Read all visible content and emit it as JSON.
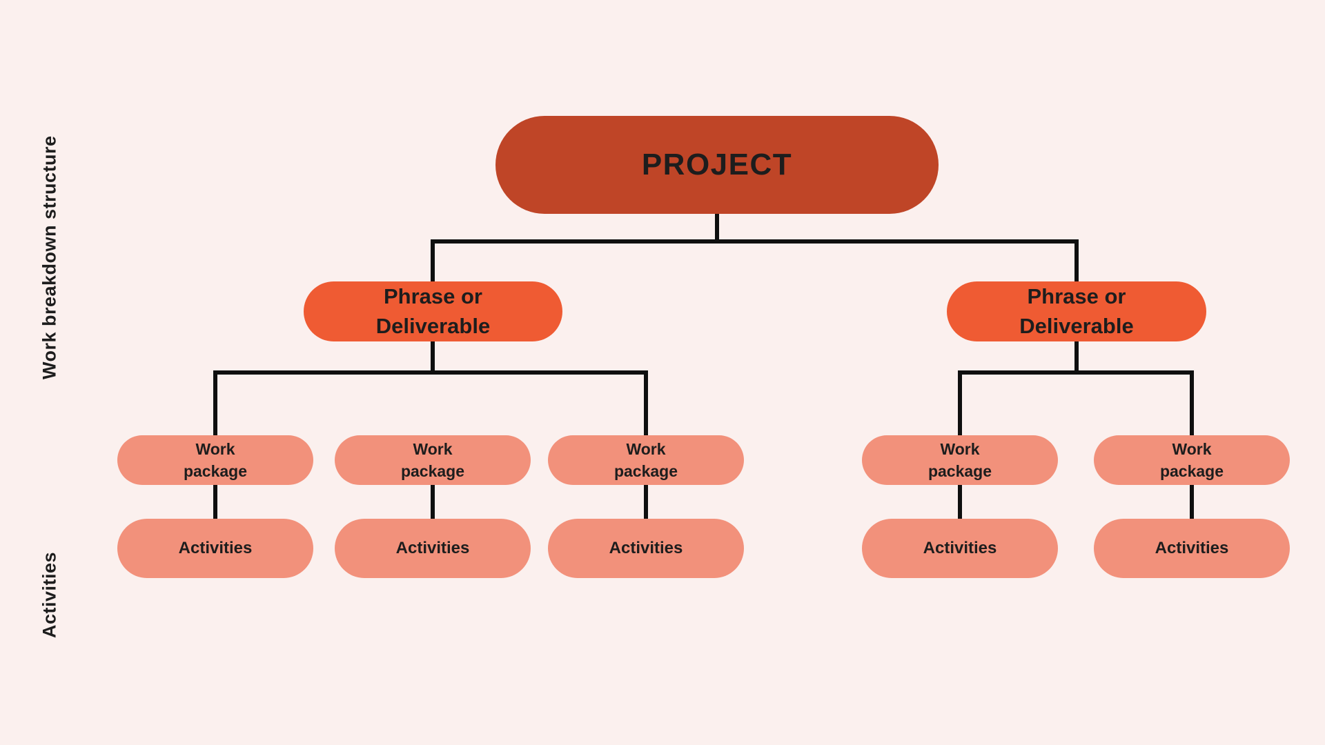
{
  "title": "Work breakdown structure diagram",
  "colors": {
    "background": "#FBF0EE",
    "project_fill": "#BF4527",
    "deliverable_fill": "#EF5B33",
    "package_fill": "#F2917B",
    "connector": "#0F0F0F",
    "text": "#1D1D1D"
  },
  "side_labels": {
    "structure": "Work breakdown structure",
    "activities": "Activities"
  },
  "nodes": {
    "project": {
      "label": "PROJECT"
    },
    "deliverables": [
      {
        "line1": "Phrase or",
        "line2": "Deliverable"
      },
      {
        "line1": "Phrase or",
        "line2": "Deliverable"
      }
    ],
    "work_packages": [
      {
        "line1": "Work",
        "line2": "package"
      },
      {
        "line1": "Work",
        "line2": "package"
      },
      {
        "line1": "Work",
        "line2": "package"
      },
      {
        "line1": "Work",
        "line2": "package"
      },
      {
        "line1": "Work",
        "line2": "package"
      }
    ],
    "activities": [
      {
        "label": "Activities"
      },
      {
        "label": "Activities"
      },
      {
        "label": "Activities"
      },
      {
        "label": "Activities"
      },
      {
        "label": "Activities"
      }
    ]
  }
}
